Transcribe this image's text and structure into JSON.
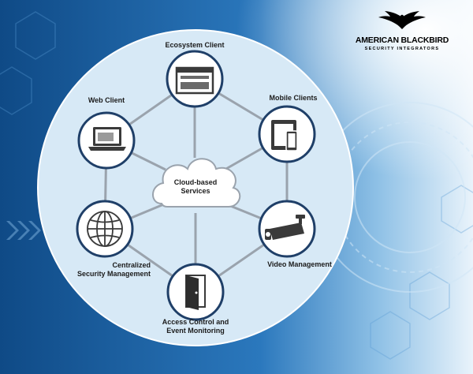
{
  "brand": {
    "name": "AMERICAN BLACKBIRD",
    "tagline": "SECURITY INTEGRATORS"
  },
  "center": {
    "line1": "Cloud-based",
    "line2": "Services"
  },
  "nodes": {
    "ecosystem": {
      "label": "Ecosystem Client",
      "icon": "browser-window-icon"
    },
    "mobile": {
      "label": "Mobile Clients",
      "icon": "tablet-phone-icon"
    },
    "video": {
      "label": "Video Management",
      "icon": "security-camera-icon"
    },
    "access": {
      "line1": "Access Control and",
      "line2": "Event Monitoring",
      "icon": "door-icon"
    },
    "centralized": {
      "line1": "Centralized",
      "line2": "Security Management",
      "icon": "globe-icon"
    },
    "web": {
      "label": "Web Client",
      "icon": "laptop-icon"
    }
  },
  "colors": {
    "circle_fill": "#d7e9f6",
    "node_border": "#1f3f68",
    "spoke": "#9aa3ad",
    "icon": "#3a3a3a"
  }
}
